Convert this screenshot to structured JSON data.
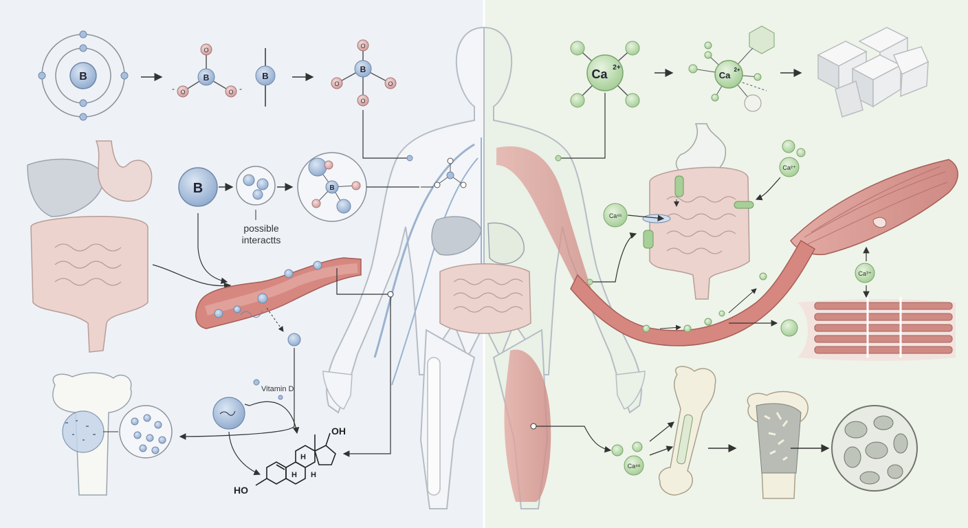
{
  "boron": {
    "atom_symbol": "B",
    "borate_center": "B",
    "oxygen": "O",
    "charge": "-",
    "possible_label_line1": "possible",
    "possible_label_line2": "interactts",
    "vitamin_d": "Vitamin D",
    "oh_label": "OH",
    "ho_label": "HO",
    "h_label": "H"
  },
  "calcium": {
    "ion_main": "Ca",
    "ion_main_charge": "2+",
    "ion_small_1": "Ca²⁺",
    "ion_small_2": "Ca⁸ˢ",
    "ion_small_3": "Ca³⁺",
    "ion_small_4": "Ca⁸ᵉ"
  },
  "colors": {
    "left_bg": "#eef2f7",
    "right_bg": "#eef4ea",
    "boron_blue": "#a9bfdc",
    "calcium_green": "#bddbb0",
    "oxygen_pink": "#e2b3b0",
    "muscle_red": "#d99a94",
    "vessel_red": "#d68880",
    "gut_pink": "#ecd3cd",
    "body_outline": "#b5bcc5"
  },
  "icons": [
    "atom-icon",
    "borate-molecule-icon",
    "arrow-icon",
    "calcium-ion-icon",
    "crystal-lattice-icon",
    "liver-icon",
    "stomach-icon",
    "intestine-icon",
    "blood-vessel-icon",
    "bone-icon",
    "steroid-molecule-icon",
    "muscle-icon",
    "human-body-icon"
  ]
}
